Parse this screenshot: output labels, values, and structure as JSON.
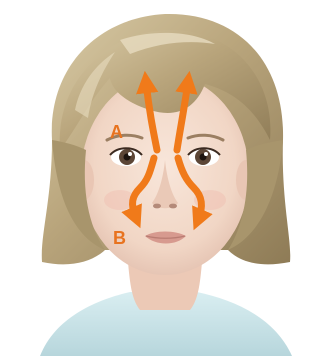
{
  "diagram": {
    "labels": [
      {
        "id": "A",
        "text": "A"
      },
      {
        "id": "B",
        "text": "B"
      }
    ],
    "arrows": [
      {
        "id": "arrow-left-up",
        "direction": "up"
      },
      {
        "id": "arrow-right-up",
        "direction": "up"
      },
      {
        "id": "arrow-left-down",
        "direction": "down"
      },
      {
        "id": "arrow-right-down",
        "direction": "down"
      }
    ]
  },
  "colors": {
    "arrow": "#f07a1a",
    "label": "#e8731f",
    "hair": "#b9a57c",
    "hair_shadow": "#8e7b56",
    "hair_highlight": "#e7dcc0",
    "skin": "#f4dccd",
    "skin_shadow": "#e2bfae",
    "lips": "#d79a8f",
    "eye": "#5c4636",
    "shirt": "#cfe6ea",
    "background": "#ffffff"
  }
}
